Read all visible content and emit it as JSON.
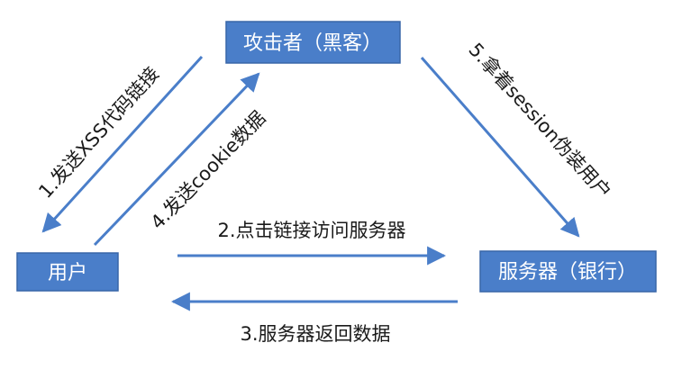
{
  "colors": {
    "node_fill": "#4a7ec9",
    "node_border": "#3866a8",
    "node_text": "#ffffff",
    "arrow": "#4a7ec9",
    "label_text": "#1a1a1a",
    "background": "#ffffff"
  },
  "nodes": {
    "attacker": "攻击者（黑客）",
    "user": "用户",
    "server": "服务器（银行）"
  },
  "edges": {
    "step1": "1.发送XSS代码链接",
    "step2": "2.点击链接访问服务器",
    "step3": "3.服务器返回数据",
    "step4": "4.发送cookie数据",
    "step5": "5.拿着session伪装用户"
  }
}
